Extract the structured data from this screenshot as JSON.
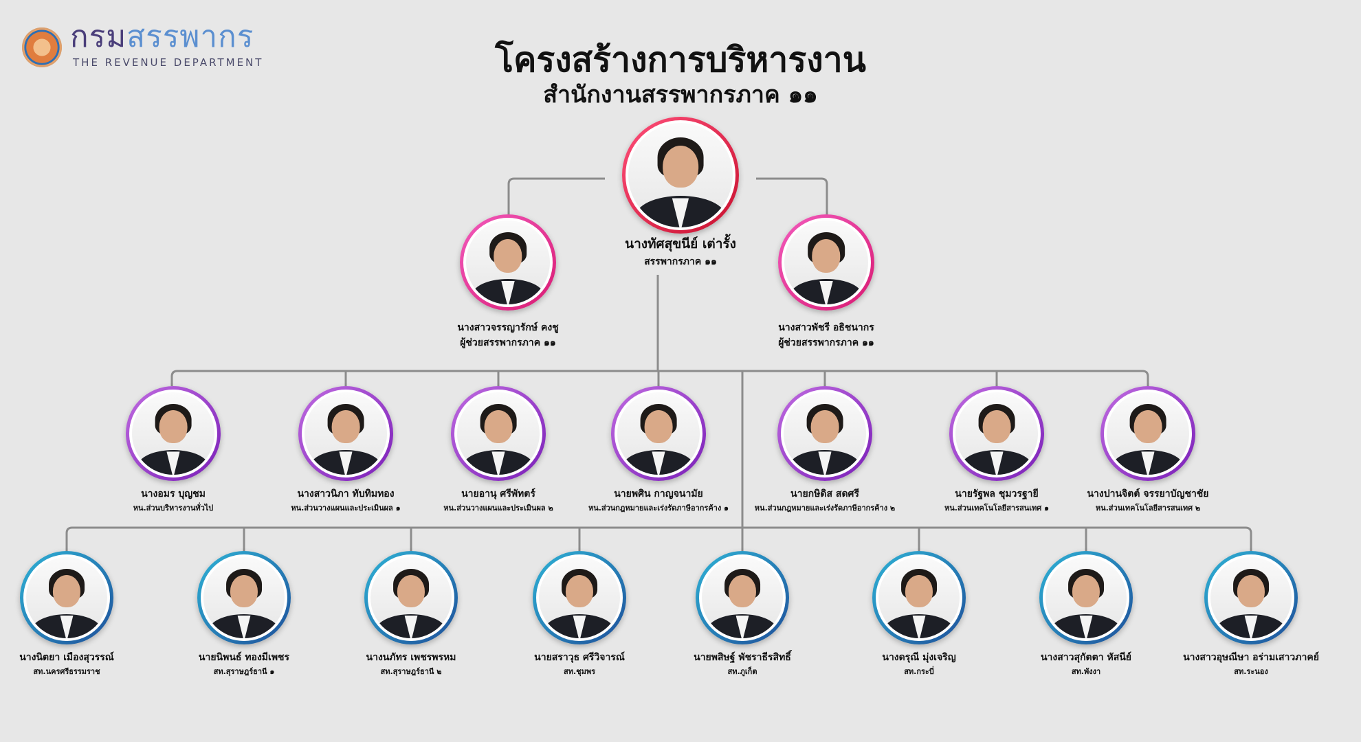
{
  "logo": {
    "thai_part1": "กรม",
    "thai_part2": "สรรพากร",
    "english": "THE REVENUE DEPARTMENT"
  },
  "title": {
    "line1": "โครงสร้างการบริหารงาน",
    "line2": "สำนักงานสรรพากรภาค ๑๑"
  },
  "colors": {
    "connector": "#8c8c8c",
    "top_ring": "#d81b3c",
    "assistant_ring": "#e0308a",
    "director_ring": "#8e2cc4",
    "office_ring": "#1f6bb0"
  },
  "top": {
    "name": "นางทัศสุขนีย์ เต่ารั้ง",
    "role": "สรรพากรภาค ๑๑",
    "photo": "portrait-photo"
  },
  "assistants": [
    {
      "name": "นางสาวจรรญารักษ์ คงชู",
      "role": "ผู้ช่วยสรรพากรภาค ๑๑",
      "photo": "portrait-photo"
    },
    {
      "name": "นางสาวพัชรี อธิชนากร",
      "role": "ผู้ช่วยสรรพากรภาค ๑๑",
      "photo": "portrait-photo"
    }
  ],
  "directors": [
    {
      "name": "นางอมร บุญชม",
      "role": "หน.ส่วนบริหารงานทั่วไป"
    },
    {
      "name": "นางสาวนิภา ทับทิมทอง",
      "role": "หน.ส่วนวางแผนและประเมินผล ๑"
    },
    {
      "name": "นายอานุ ศรีพัทตร์",
      "role": "หน.ส่วนวางแผนและประเมินผล ๒"
    },
    {
      "name": "นายพศิน กาญจนามัย",
      "role": "หน.ส่วนกฎหมายและเร่งรัดภาษีอากรค้าง ๑"
    },
    {
      "name": "นายกษิดิส สดศรี",
      "role": "หน.ส่วนกฎหมายและเร่งรัดภาษีอากรค้าง ๒"
    },
    {
      "name": "นายรัฐพล ชุมวรฐายี",
      "role": "หน.ส่วนเทคโนโลยีสารสนเทศ ๑"
    },
    {
      "name": "นางปานจิตต์ จรรยาบัญชาชัย",
      "role": "หน.ส่วนเทคโนโลยีสารสนเทศ ๒"
    }
  ],
  "offices": [
    {
      "name": "นางนิตยา เมืองสุวรรณ์",
      "role": "สท.นครศรีธรรมราช"
    },
    {
      "name": "นายนิพนธ์ ทองมีเพชร",
      "role": "สท.สุราษฎร์ธานี ๑"
    },
    {
      "name": "นางนภัทร เพชรพรหม",
      "role": "สท.สุราษฎร์ธานี ๒"
    },
    {
      "name": "นายสราวุธ ศรีวิจารณ์",
      "role": "สท.ชุมพร"
    },
    {
      "name": "นายพสิษฐ์ พัชราธีรสิทธิ์",
      "role": "สท.ภูเก็ต"
    },
    {
      "name": "นางดรุณี มุ่งเจริญ",
      "role": "สท.กระบี่"
    },
    {
      "name": "นางสาวสุกัตตา หัสนีย์",
      "role": "สท.พังงา"
    },
    {
      "name": "นางสาวอุษณีษา อร่ามเสาวภาคย์",
      "role": "สท.ระนอง"
    }
  ]
}
